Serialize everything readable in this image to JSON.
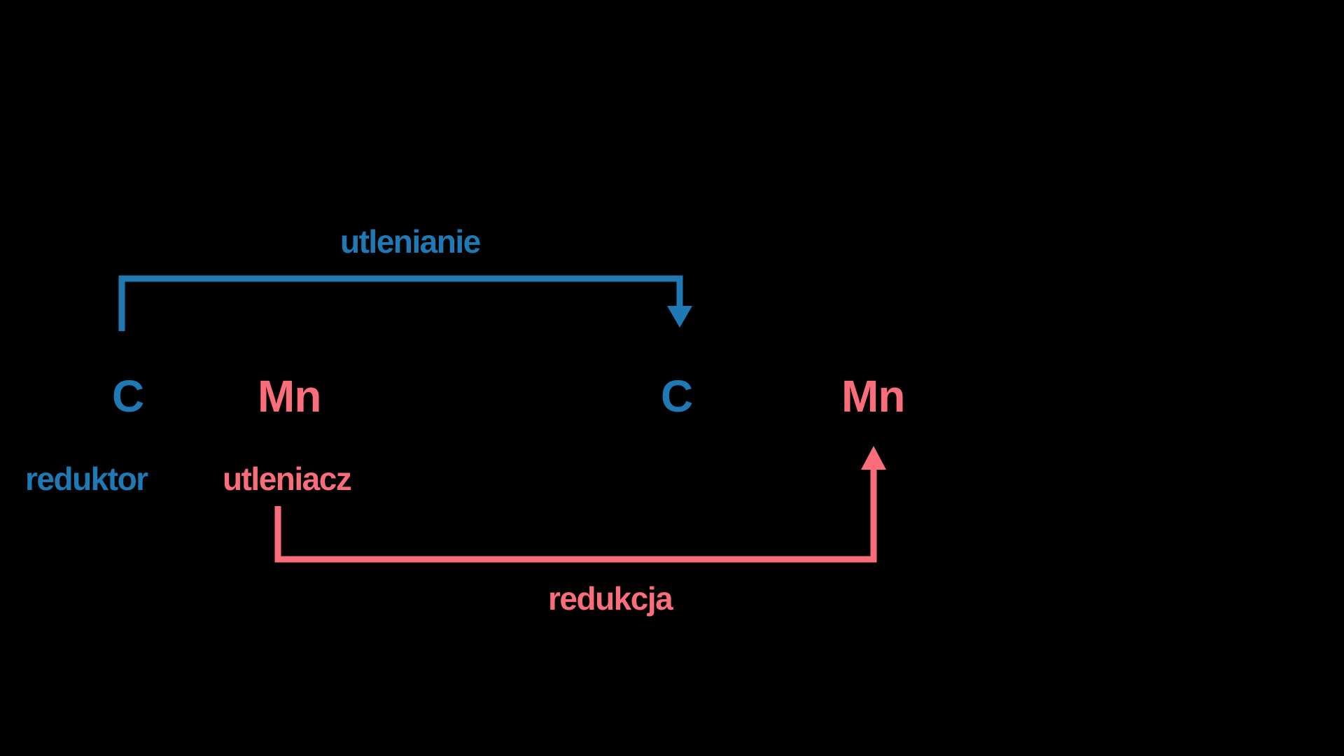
{
  "canvas": {
    "background": "#000000"
  },
  "colors": {
    "oxidation_blue": "#1E79B5",
    "reduction_pink": "#FA6D7B"
  },
  "diagram": {
    "oxidation": {
      "label": "utlenianie"
    },
    "reduction": {
      "label": "redukcja"
    },
    "roles": {
      "reducer": "reduktor",
      "oxidizer": "utleniacz"
    },
    "species": [
      {
        "symbol": "C",
        "color": "#1E79B5"
      },
      {
        "symbol": "Mn",
        "color": "#FA6D7B"
      },
      {
        "symbol": "C",
        "color": "#1E79B5"
      },
      {
        "symbol": "Mn",
        "color": "#FA6D7B"
      }
    ]
  }
}
